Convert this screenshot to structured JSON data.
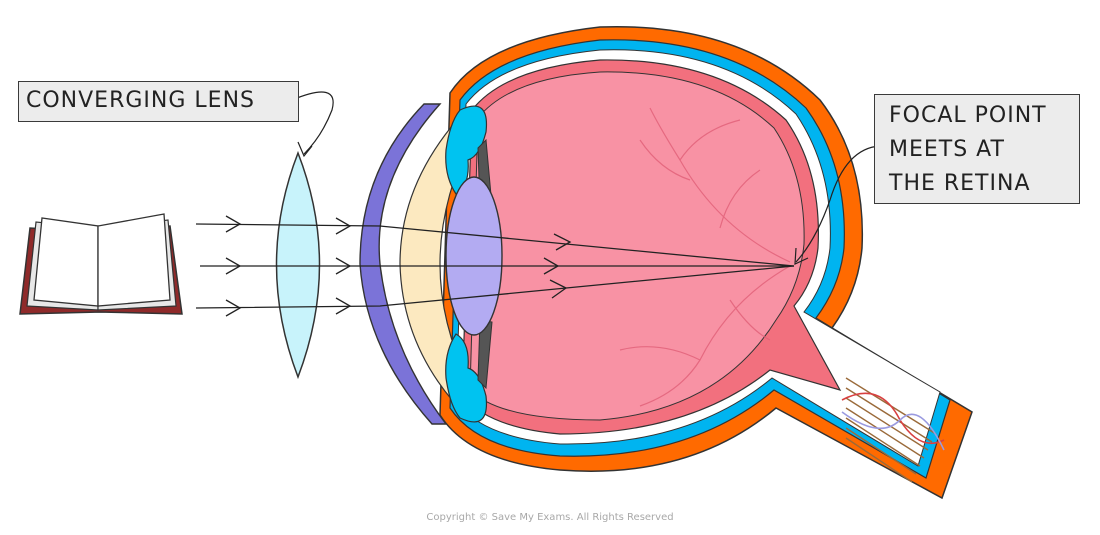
{
  "labels": {
    "converging_lens": "CONVERGING LENS",
    "focal_point": [
      "FOCAL POINT",
      "MEETS AT",
      "THE RETINA"
    ]
  },
  "footer": {
    "copyright": "Copyright © Save My Exams. All Rights Reserved"
  },
  "colors": {
    "sclera_outer": "#ff6a00",
    "choroid": "#00b4f0",
    "retina": "#f2707e",
    "vitreous": "#f892a4",
    "cornea": "#7b73d8",
    "aqueous": "#fce9c0",
    "eye_lens": "#b3abf2",
    "iris_ciliary": "#00c3f0",
    "converging_lens": "#c8f3fb",
    "book_cover": "#8f2a2a",
    "label_bg": "#ececec"
  },
  "icons": [
    "book-icon",
    "converging-lens-icon",
    "eye-icon"
  ]
}
